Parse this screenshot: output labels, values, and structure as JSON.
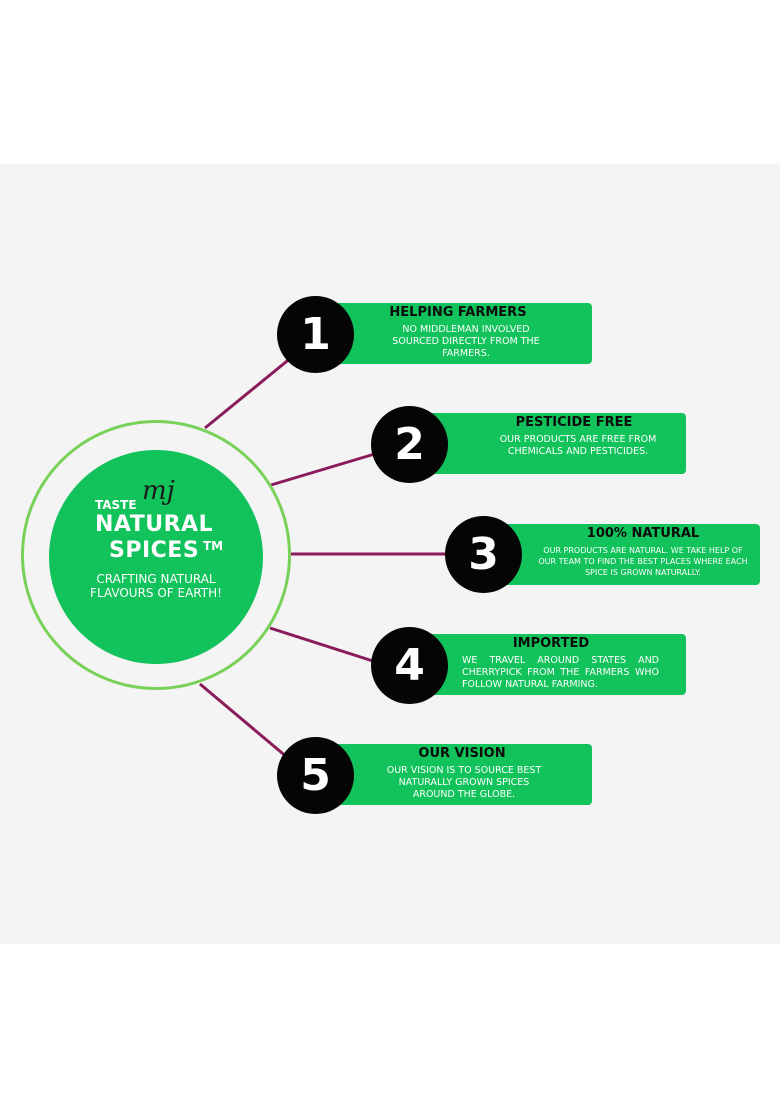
{
  "colors": {
    "accent_green": "#11c35a",
    "ring_green": "#78d158",
    "connector_purple": "#8a1c5c",
    "badge_black": "#050505",
    "panel_bg": "#f4f4f4"
  },
  "hub": {
    "taste": "TASTE",
    "script_mark": "mj",
    "brand_line1": "NATURAL",
    "brand_line2": "SPICES",
    "trademark": "TM",
    "tagline": "CRAFTING NATURAL FLAVOURS OF EARTH!"
  },
  "items": [
    {
      "number": "1",
      "title": "HELPING FARMERS",
      "body": "NO MIDDLEMAN INVOLVED SOURCED DIRECTLY FROM THE FARMERS."
    },
    {
      "number": "2",
      "title": "PESTICIDE FREE",
      "body": "OUR PRODUCTS ARE FREE FROM CHEMICALS AND PESTICIDES."
    },
    {
      "number": "3",
      "title": "100% NATURAL",
      "body": "OUR PRODUCTS ARE NATURAL. WE TAKE HELP OF OUR TEAM TO FIND THE BEST PLACES WHERE EACH SPICE IS GROWN NATURALLY."
    },
    {
      "number": "4",
      "title": "IMPORTED",
      "body": "WE TRAVEL AROUND STATES AND CHERRYPICK FROM THE FARMERS WHO FOLLOW NATURAL FARMING."
    },
    {
      "number": "5",
      "title": "OUR VISION",
      "body": "OUR VISION IS TO SOURCE BEST NATURALLY GROWN SPICES AROUND THE GLOBE."
    }
  ]
}
